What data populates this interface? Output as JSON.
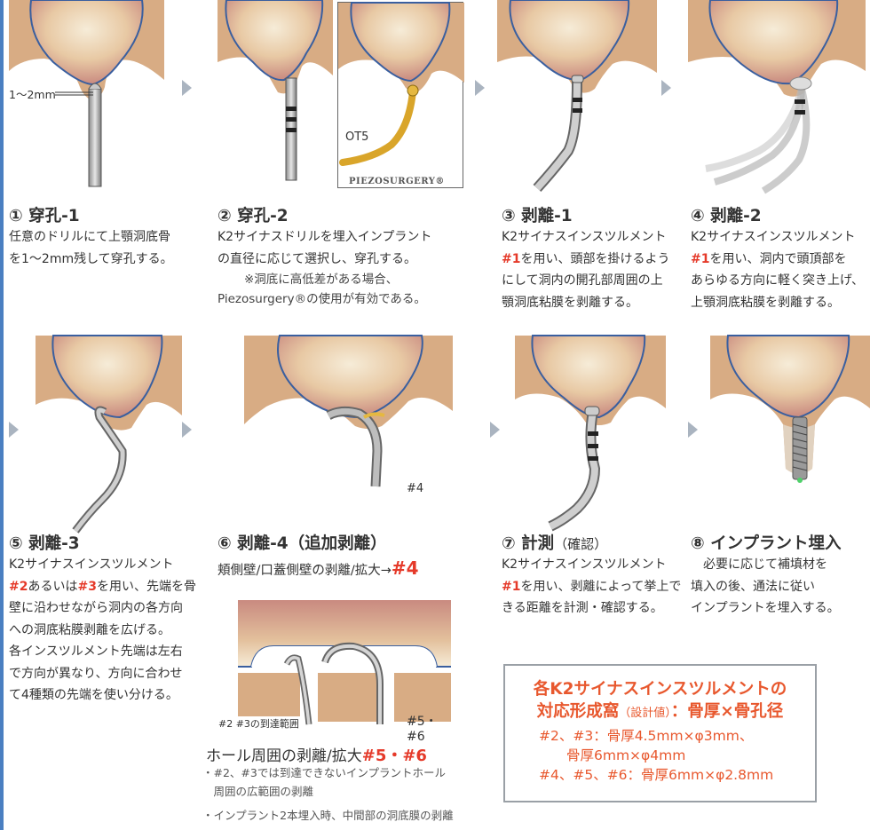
{
  "steps": [
    {
      "title": "① 穿孔-1",
      "lines": [
        "任意のドリルにて上顎洞底骨",
        "を1〜2mm残して穿孔する。"
      ],
      "label": "1〜2mm"
    },
    {
      "title": "② 穿孔-2",
      "lines": [
        "K2サイナスドリルを埋入インプラント",
        "の直径に応じて選択し、穿孔する。"
      ],
      "notes": [
        "※洞底に高低差がある場合、",
        "Piezosurgery®の使用が有効である。"
      ],
      "inset_label": "OT5",
      "inset_logo": "PIEZOSURGERY®"
    },
    {
      "title": "③ 剥離-1",
      "line1": "K2サイナスインスツルメント",
      "red": "#1",
      "line2_rest": "を用い、頭部を掛けるよう",
      "lines": [
        "にして洞内の開孔部周囲の上",
        "顎洞底粘膜を剥離する。"
      ]
    },
    {
      "title": "④ 剥離-2",
      "line1": "K2サイナスインスツルメント",
      "red": "#1",
      "line2_rest": "を用い、洞内で頭頂部を",
      "lines": [
        "あらゆる方向に軽く突き上げ、",
        "上顎洞底粘膜を剥離する。"
      ]
    },
    {
      "title": "⑤ 剥離-3",
      "line1": "K2サイナスインスツルメント",
      "red_a": "#2",
      "mid": "あるいは",
      "red_b": "#3",
      "line2_rest": "を用い、先端を骨",
      "lines": [
        "壁に沿わせながら洞内の各方向",
        "への洞底粘膜剥離を広げる。",
        "各インスツルメント先端は左右",
        "で方向が異なり、方向に合わせ",
        "て4種類の先端を使い分ける。"
      ]
    },
    {
      "title": "⑥ 剥離-4（追加剥離）",
      "line1": "頬側壁/口蓋側壁の剥離/拡大→",
      "red": "#4",
      "ill_label": "#4",
      "sub_label_left": "#2 #3の到達範囲",
      "sub_label_right": "#5・#6",
      "sub_title": "ホール周囲の剥離/拡大",
      "sub_title_red": "#5・#6",
      "bullets": [
        "・#2、#3では到達できないインプラントホール",
        "　周囲の広範囲の剥離",
        "・インプラント2本埋入時、中間部の洞底膜の剥離"
      ]
    },
    {
      "title": "⑦ 計測",
      "title_sub": "（確認）",
      "line1": "K2サイナスインスツルメント",
      "red": "#1",
      "line2_rest": "を用い、剥離によって挙上で",
      "lines": [
        "きる距離を計測・確認する。"
      ]
    },
    {
      "title": "⑧ インプラント埋入",
      "lines": [
        "必要に応じて補填材を",
        "填入の後、通法に従い",
        "インプラントを埋入する。"
      ]
    }
  ],
  "box": {
    "title1": "各K2サイナスインスツルメントの",
    "title2a": "対応形成窩",
    "title2b": "（設計値）",
    "title2c": "：骨厚×骨孔径",
    "lines": [
      "#2、#3：骨厚4.5mm×φ3mm、",
      "　　骨厚6mm×φ4mm",
      "#4、#5、#6：骨厚6mm×φ2.8mm"
    ]
  },
  "colors": {
    "accent": "#e53a2a",
    "box_accent": "#e8582e",
    "bone": "#d8ac84",
    "sinus_edge": "#3a5f9f",
    "arrow": "#aab4c0"
  }
}
